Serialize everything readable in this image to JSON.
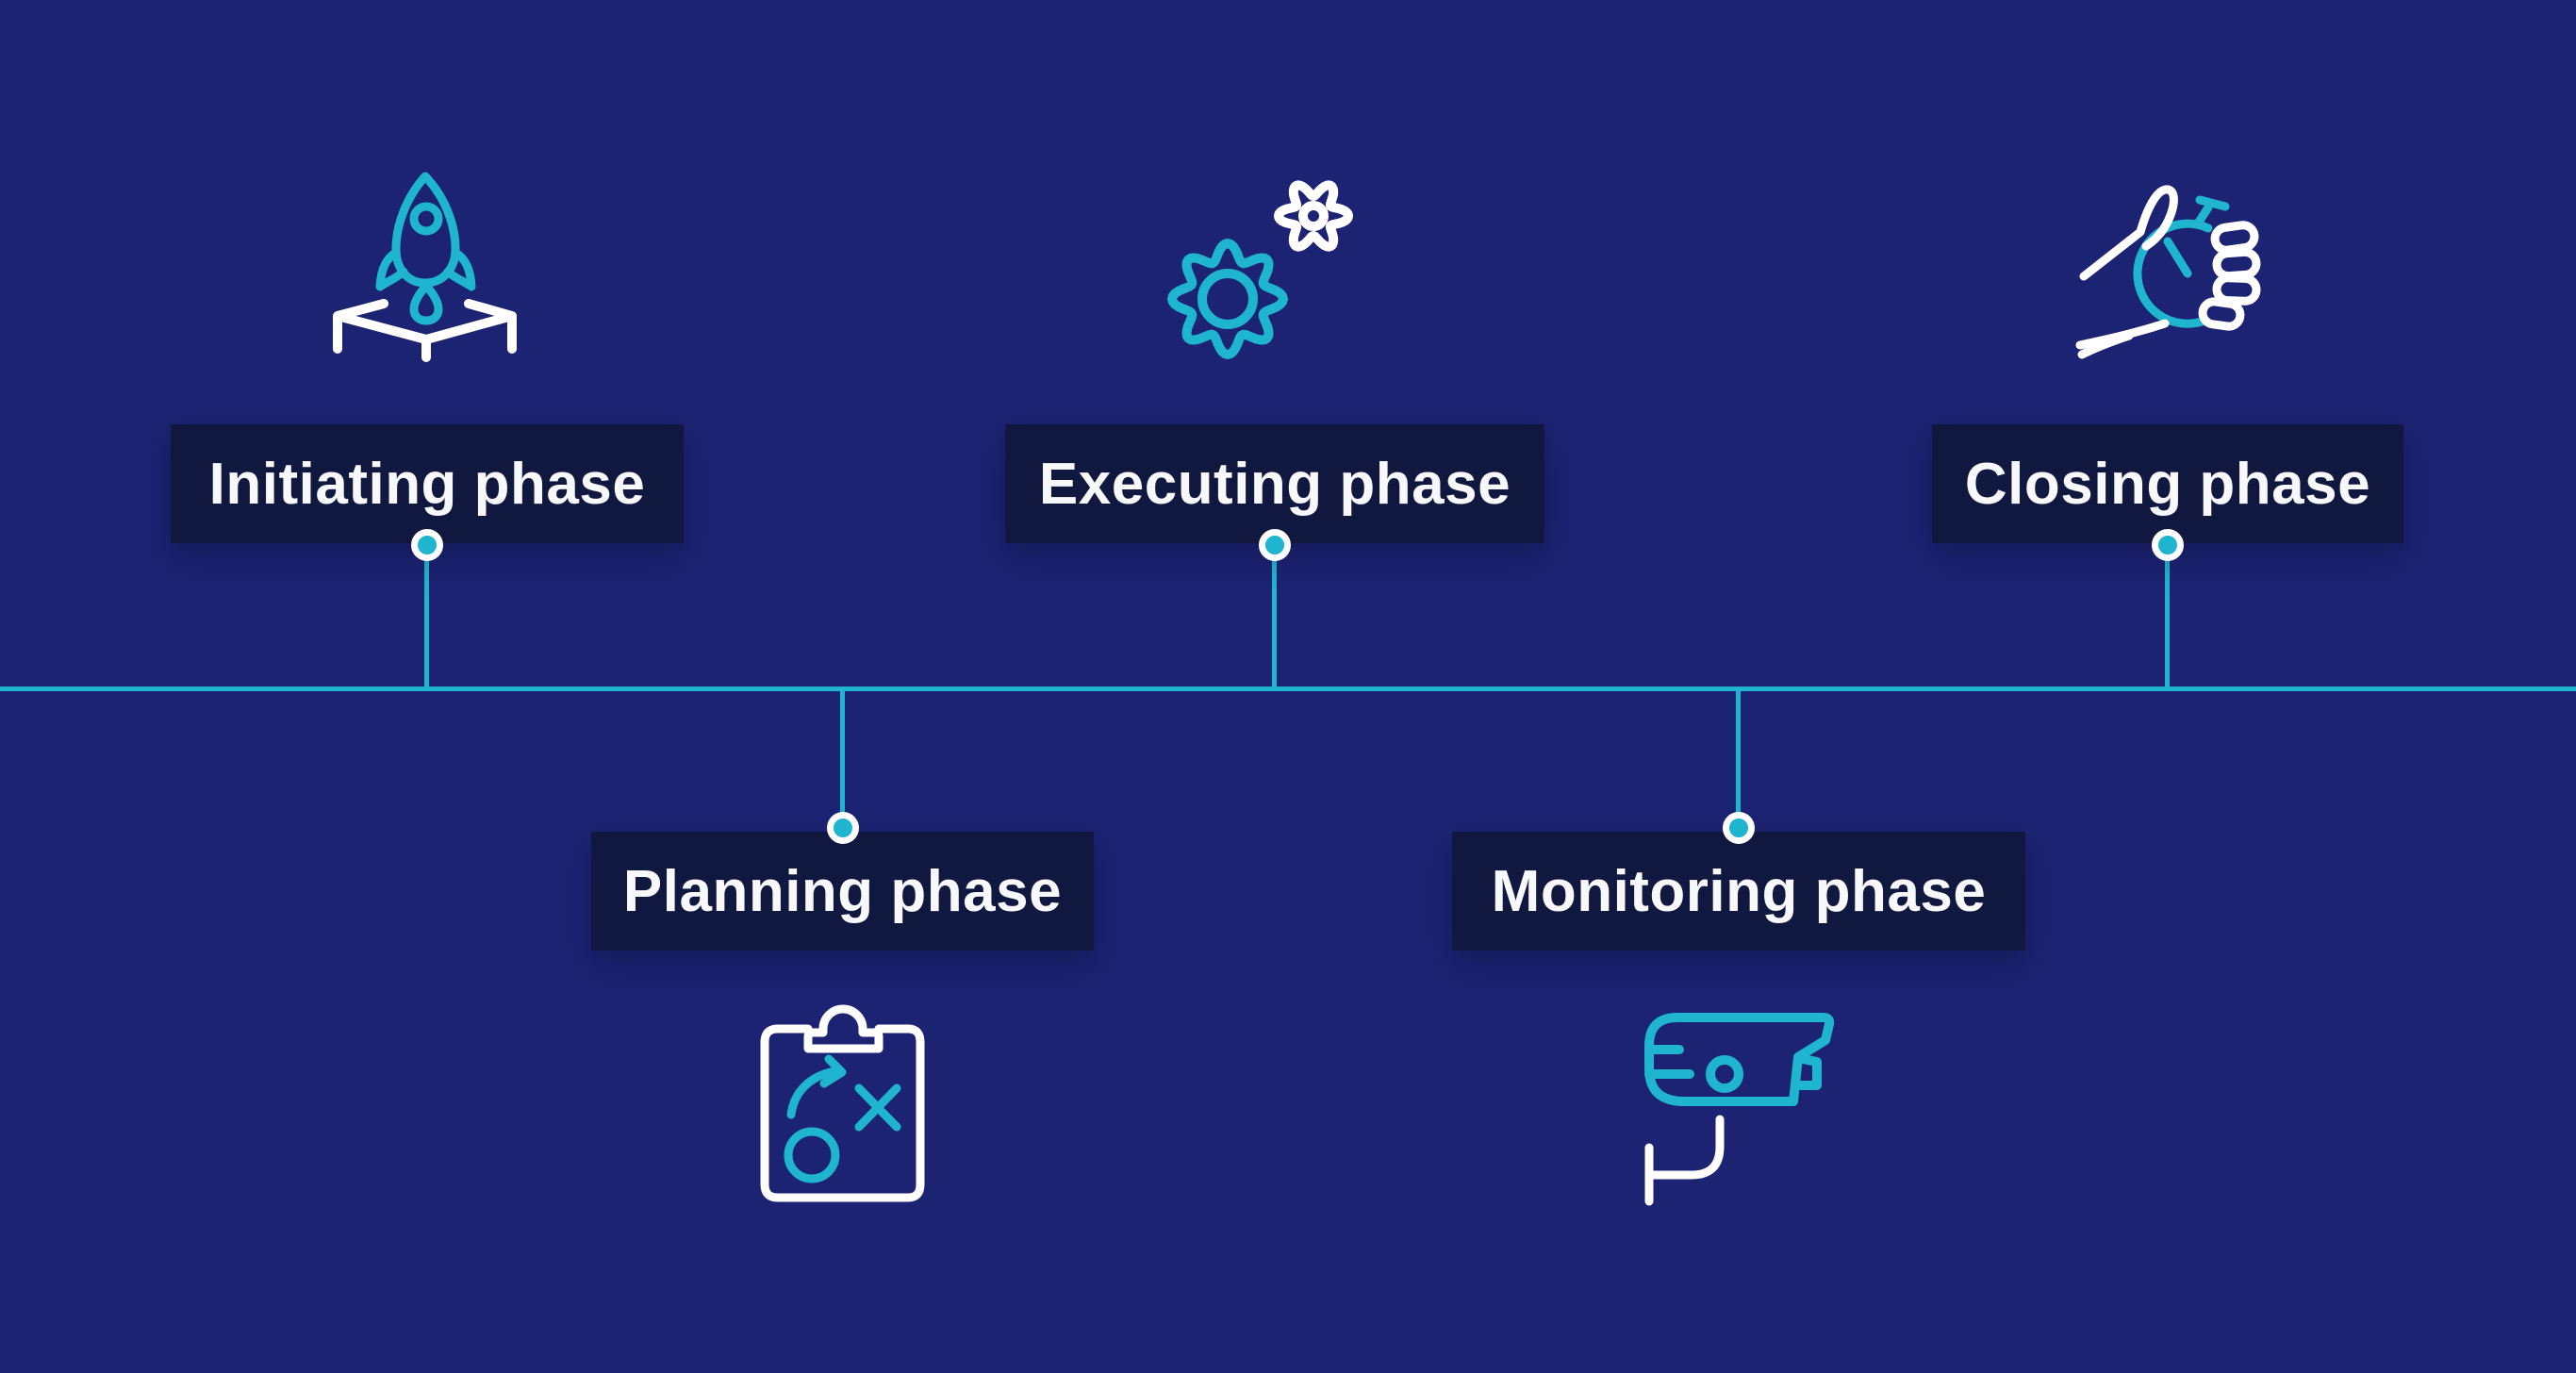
{
  "diagram": {
    "kind": "timeline",
    "orientation": "horizontal",
    "node_count": 5
  },
  "colors": {
    "background": "#1C2373",
    "label_box": "#111840",
    "accent": "#1FB5D1",
    "text": "#F7F8FA",
    "white": "#FFFFFF"
  },
  "phases": [
    {
      "id": "initiating",
      "label": "Initiating phase",
      "icon": "rocket-launch-icon",
      "side": "above"
    },
    {
      "id": "planning",
      "label": "Planning phase",
      "icon": "strategy-clipboard-icon",
      "side": "below"
    },
    {
      "id": "executing",
      "label": "Executing phase",
      "icon": "gears-icon",
      "side": "above"
    },
    {
      "id": "monitoring",
      "label": "Monitoring phase",
      "icon": "cctv-camera-icon",
      "side": "below"
    },
    {
      "id": "closing",
      "label": "Closing phase",
      "icon": "hand-stopwatch-icon",
      "side": "above"
    }
  ]
}
